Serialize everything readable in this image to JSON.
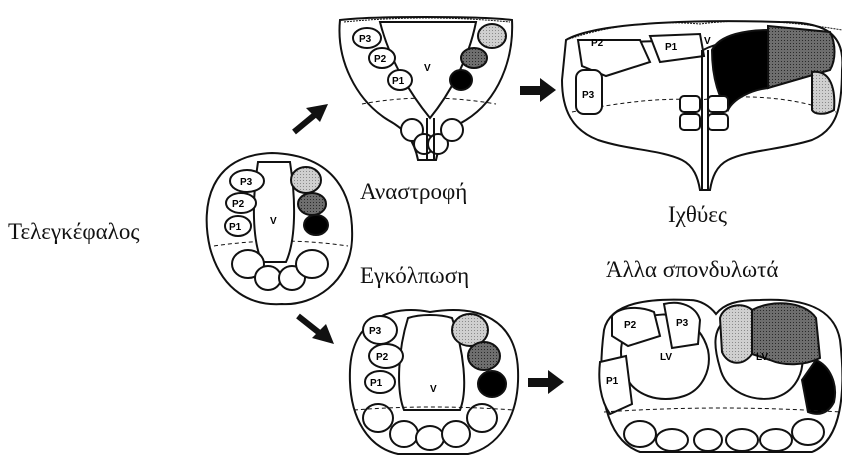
{
  "labels": {
    "telencephalon": "Τελεγκέφαλος",
    "eversion": "Αναστροφή",
    "fish": "Ιχθύες",
    "evagination": "Εγκόλπωση",
    "other_vertebrates": "Άλλα σπονδυλωτά"
  },
  "region_labels": {
    "p1": "P1",
    "p2": "P2",
    "p3": "P3",
    "ventricle": "V",
    "lateral_ventricle": "LV"
  },
  "colors": {
    "outline": "#111111",
    "light_gray": "#bdbdbd",
    "dark_gray": "#6a6a6a",
    "black": "#000000",
    "white": "#ffffff"
  }
}
